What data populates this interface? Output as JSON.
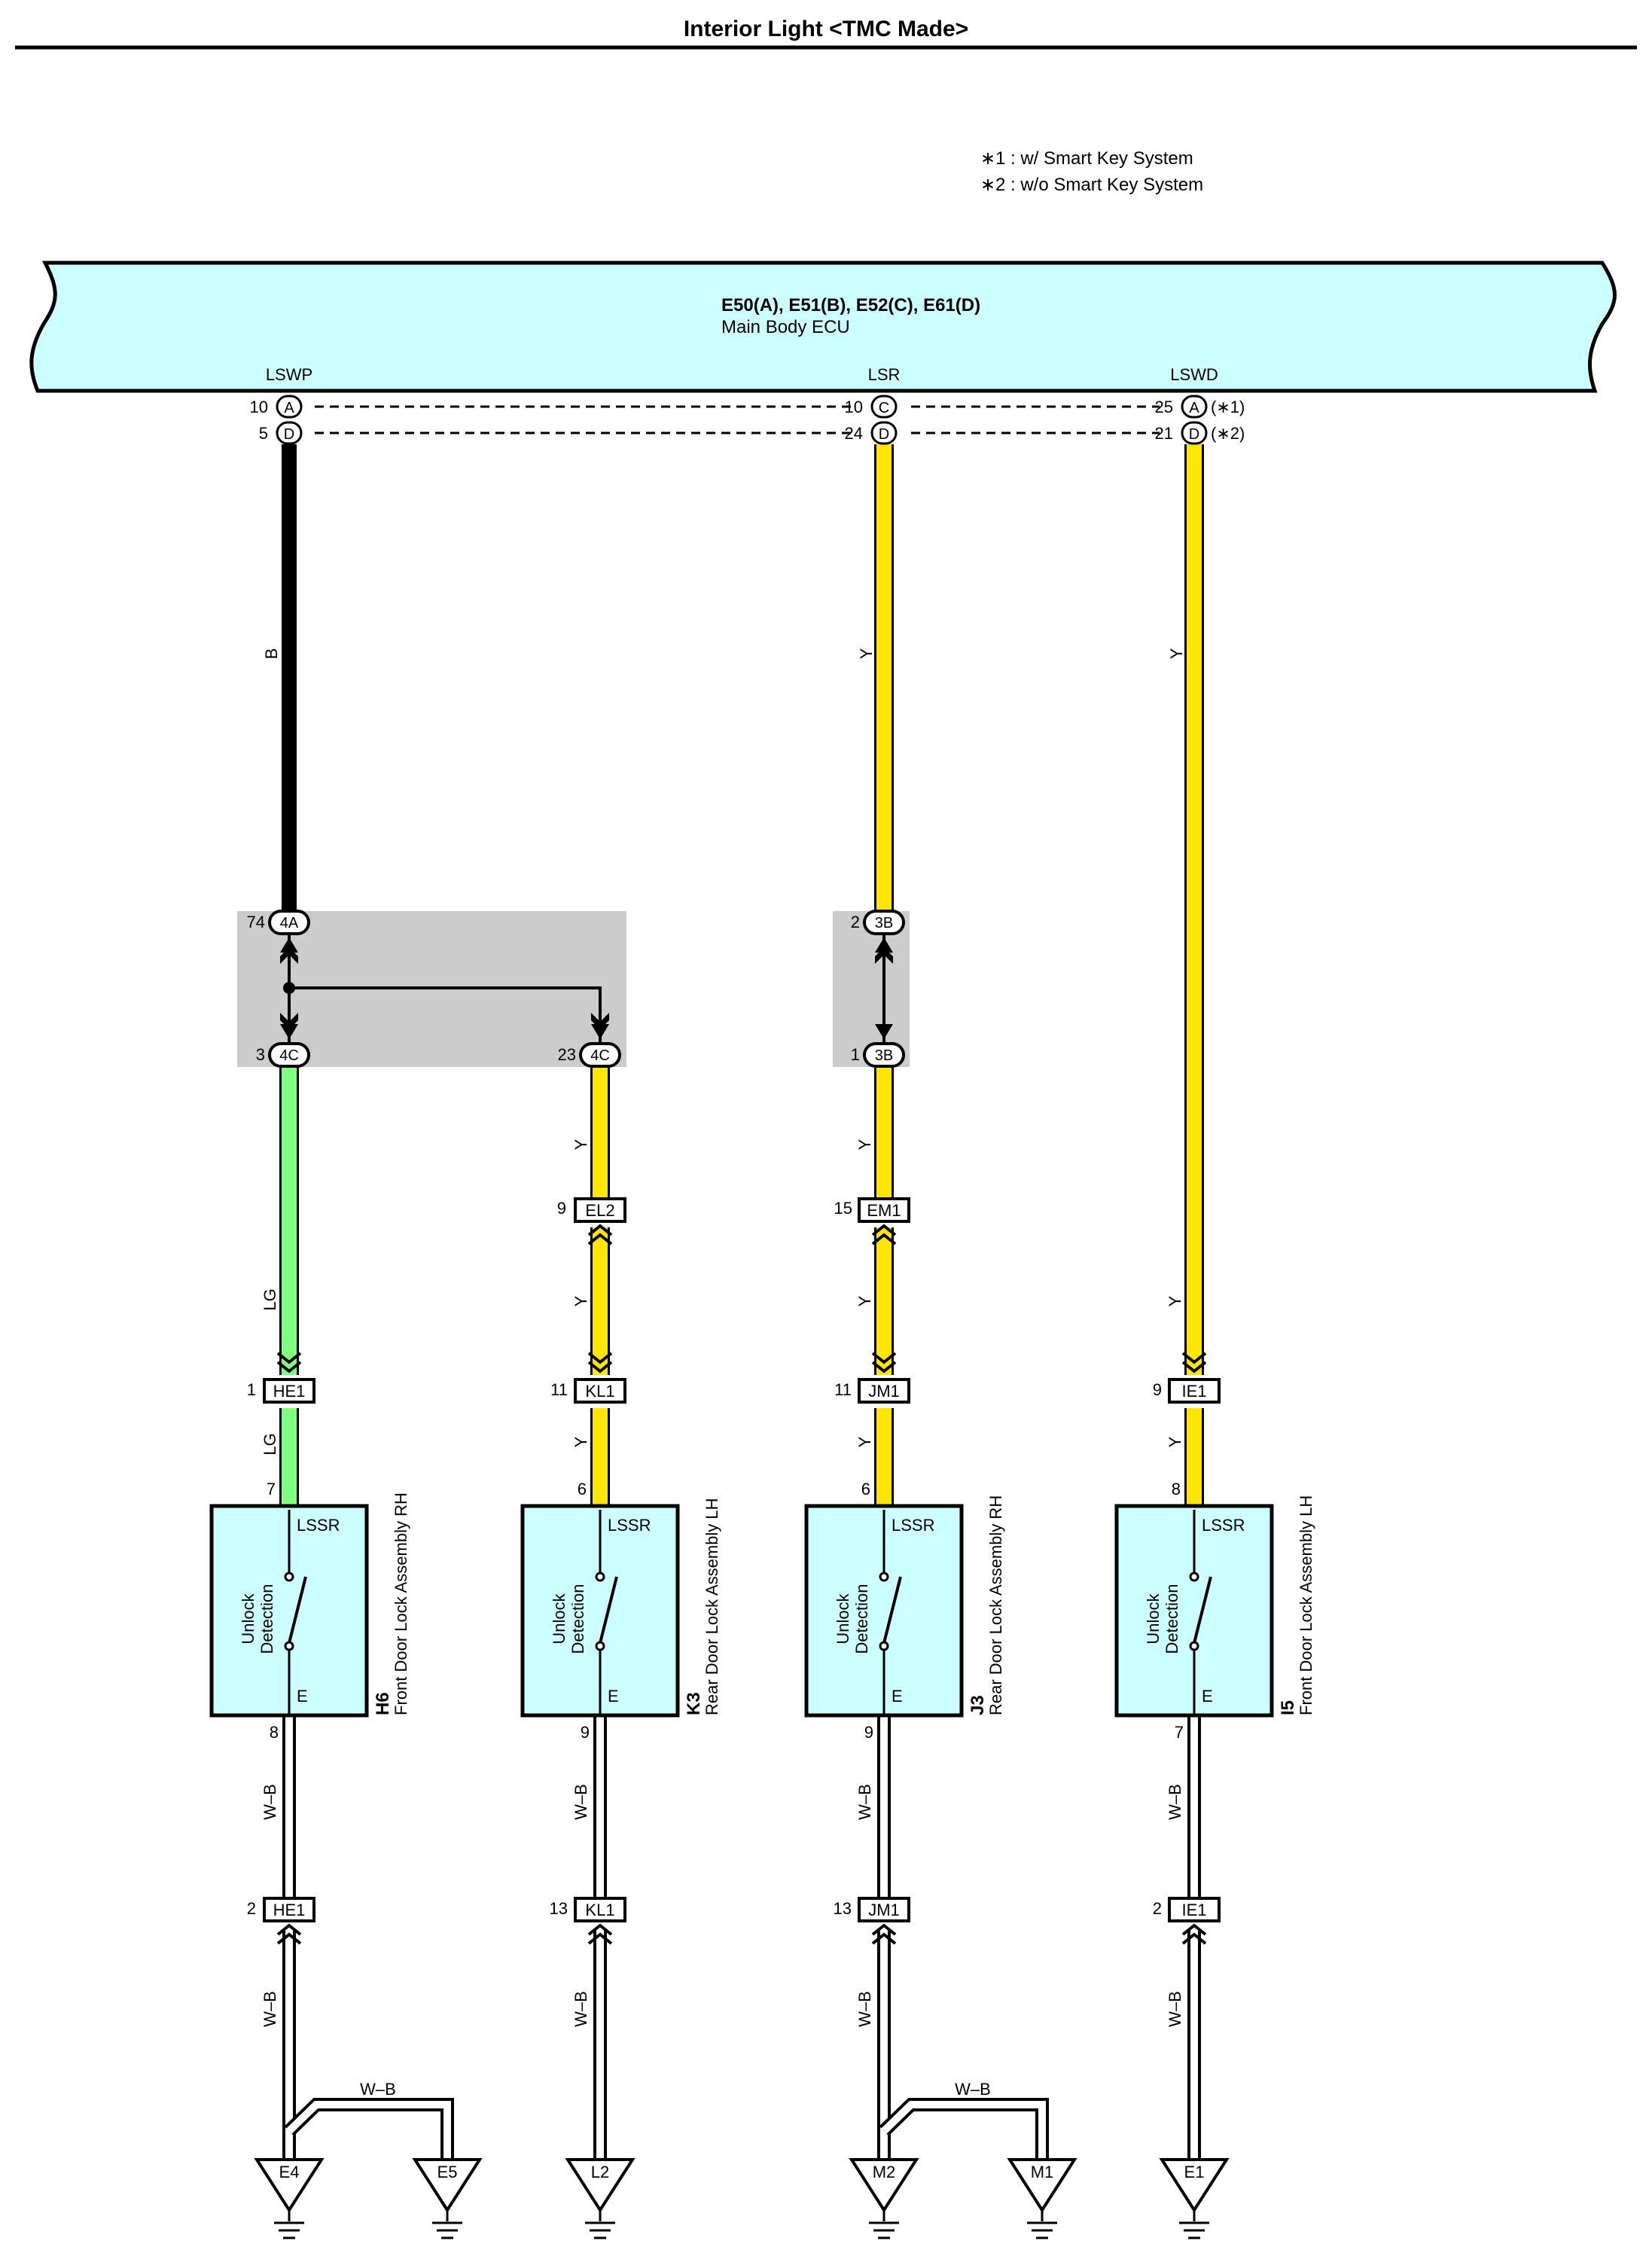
{
  "title": "Interior Light <TMC Made>",
  "notes": [
    "1 : w/ Smart Key System",
    "2 : w/o Smart Key System"
  ],
  "note_mark": "∗",
  "ecu": {
    "connectors": "E50(A), E51(B), E52(C), E61(D)",
    "name": "Main Body ECU",
    "terminals": {
      "lswp": "LSWP",
      "lsr": "LSR",
      "lswd": "LSWD"
    },
    "suffix1": "(∗1)",
    "suffix2": "(∗2)"
  },
  "ecu_pins": {
    "lswp_a": {
      "num": "10",
      "conn": "A"
    },
    "lswp_d": {
      "num": "5",
      "conn": "D"
    },
    "lsr_c": {
      "num": "10",
      "conn": "C"
    },
    "lsr_d": {
      "num": "24",
      "conn": "D"
    },
    "lswd_a": {
      "num": "25",
      "conn": "A"
    },
    "lswd_d": {
      "num": "21",
      "conn": "D"
    }
  },
  "junction_pins": {
    "j74": {
      "num": "74",
      "conn": "4A"
    },
    "j3": {
      "num": "3",
      "conn": "4C"
    },
    "j23": {
      "num": "23",
      "conn": "4C"
    },
    "j2": {
      "num": "2",
      "conn": "3B"
    },
    "j1": {
      "num": "1",
      "conn": "3B"
    }
  },
  "wire_colors": {
    "b": "B",
    "y": "Y",
    "lg": "LG",
    "wb": "W–B"
  },
  "inline_connectors": {
    "el2": {
      "num": "9",
      "name": "EL2"
    },
    "em1": {
      "num": "15",
      "name": "EM1"
    },
    "he1_top": {
      "num": "1",
      "name": "HE1"
    },
    "kl1_top": {
      "num": "11",
      "name": "KL1"
    },
    "jm1_top": {
      "num": "11",
      "name": "JM1"
    },
    "ie1_top": {
      "num": "9",
      "name": "IE1"
    },
    "he1_bot": {
      "num": "2",
      "name": "HE1"
    },
    "kl1_bot": {
      "num": "13",
      "name": "KL1"
    },
    "jm1_bot": {
      "num": "13",
      "name": "JM1"
    },
    "ie1_bot": {
      "num": "2",
      "name": "IE1"
    }
  },
  "components": [
    {
      "code": "H6",
      "name": "Front Door Lock Assembly RH",
      "pin_top": "7",
      "pin_bot": "8"
    },
    {
      "code": "K3",
      "name": "Rear Door Lock Assembly LH",
      "pin_top": "6",
      "pin_bot": "9"
    },
    {
      "code": "J3",
      "name": "Rear Door Lock Assembly RH",
      "pin_top": "6",
      "pin_bot": "9"
    },
    {
      "code": "I5",
      "name": "Front Door Lock Assembly LH",
      "pin_top": "8",
      "pin_bot": "7"
    }
  ],
  "switch_labels": {
    "top": "LSSR",
    "side1": "Unlock",
    "side2": "Detection",
    "bottom": "E"
  },
  "grounds": [
    "E4",
    "E5",
    "L2",
    "M2",
    "M1",
    "E1"
  ],
  "colors": {
    "ecu_fill": "#ccffff",
    "junction_fill": "#cccccc",
    "wire_black": "#000000",
    "wire_yellow": "#ffe600",
    "wire_lightgreen": "#80ff80",
    "wire_white_black": "#ffffff"
  }
}
